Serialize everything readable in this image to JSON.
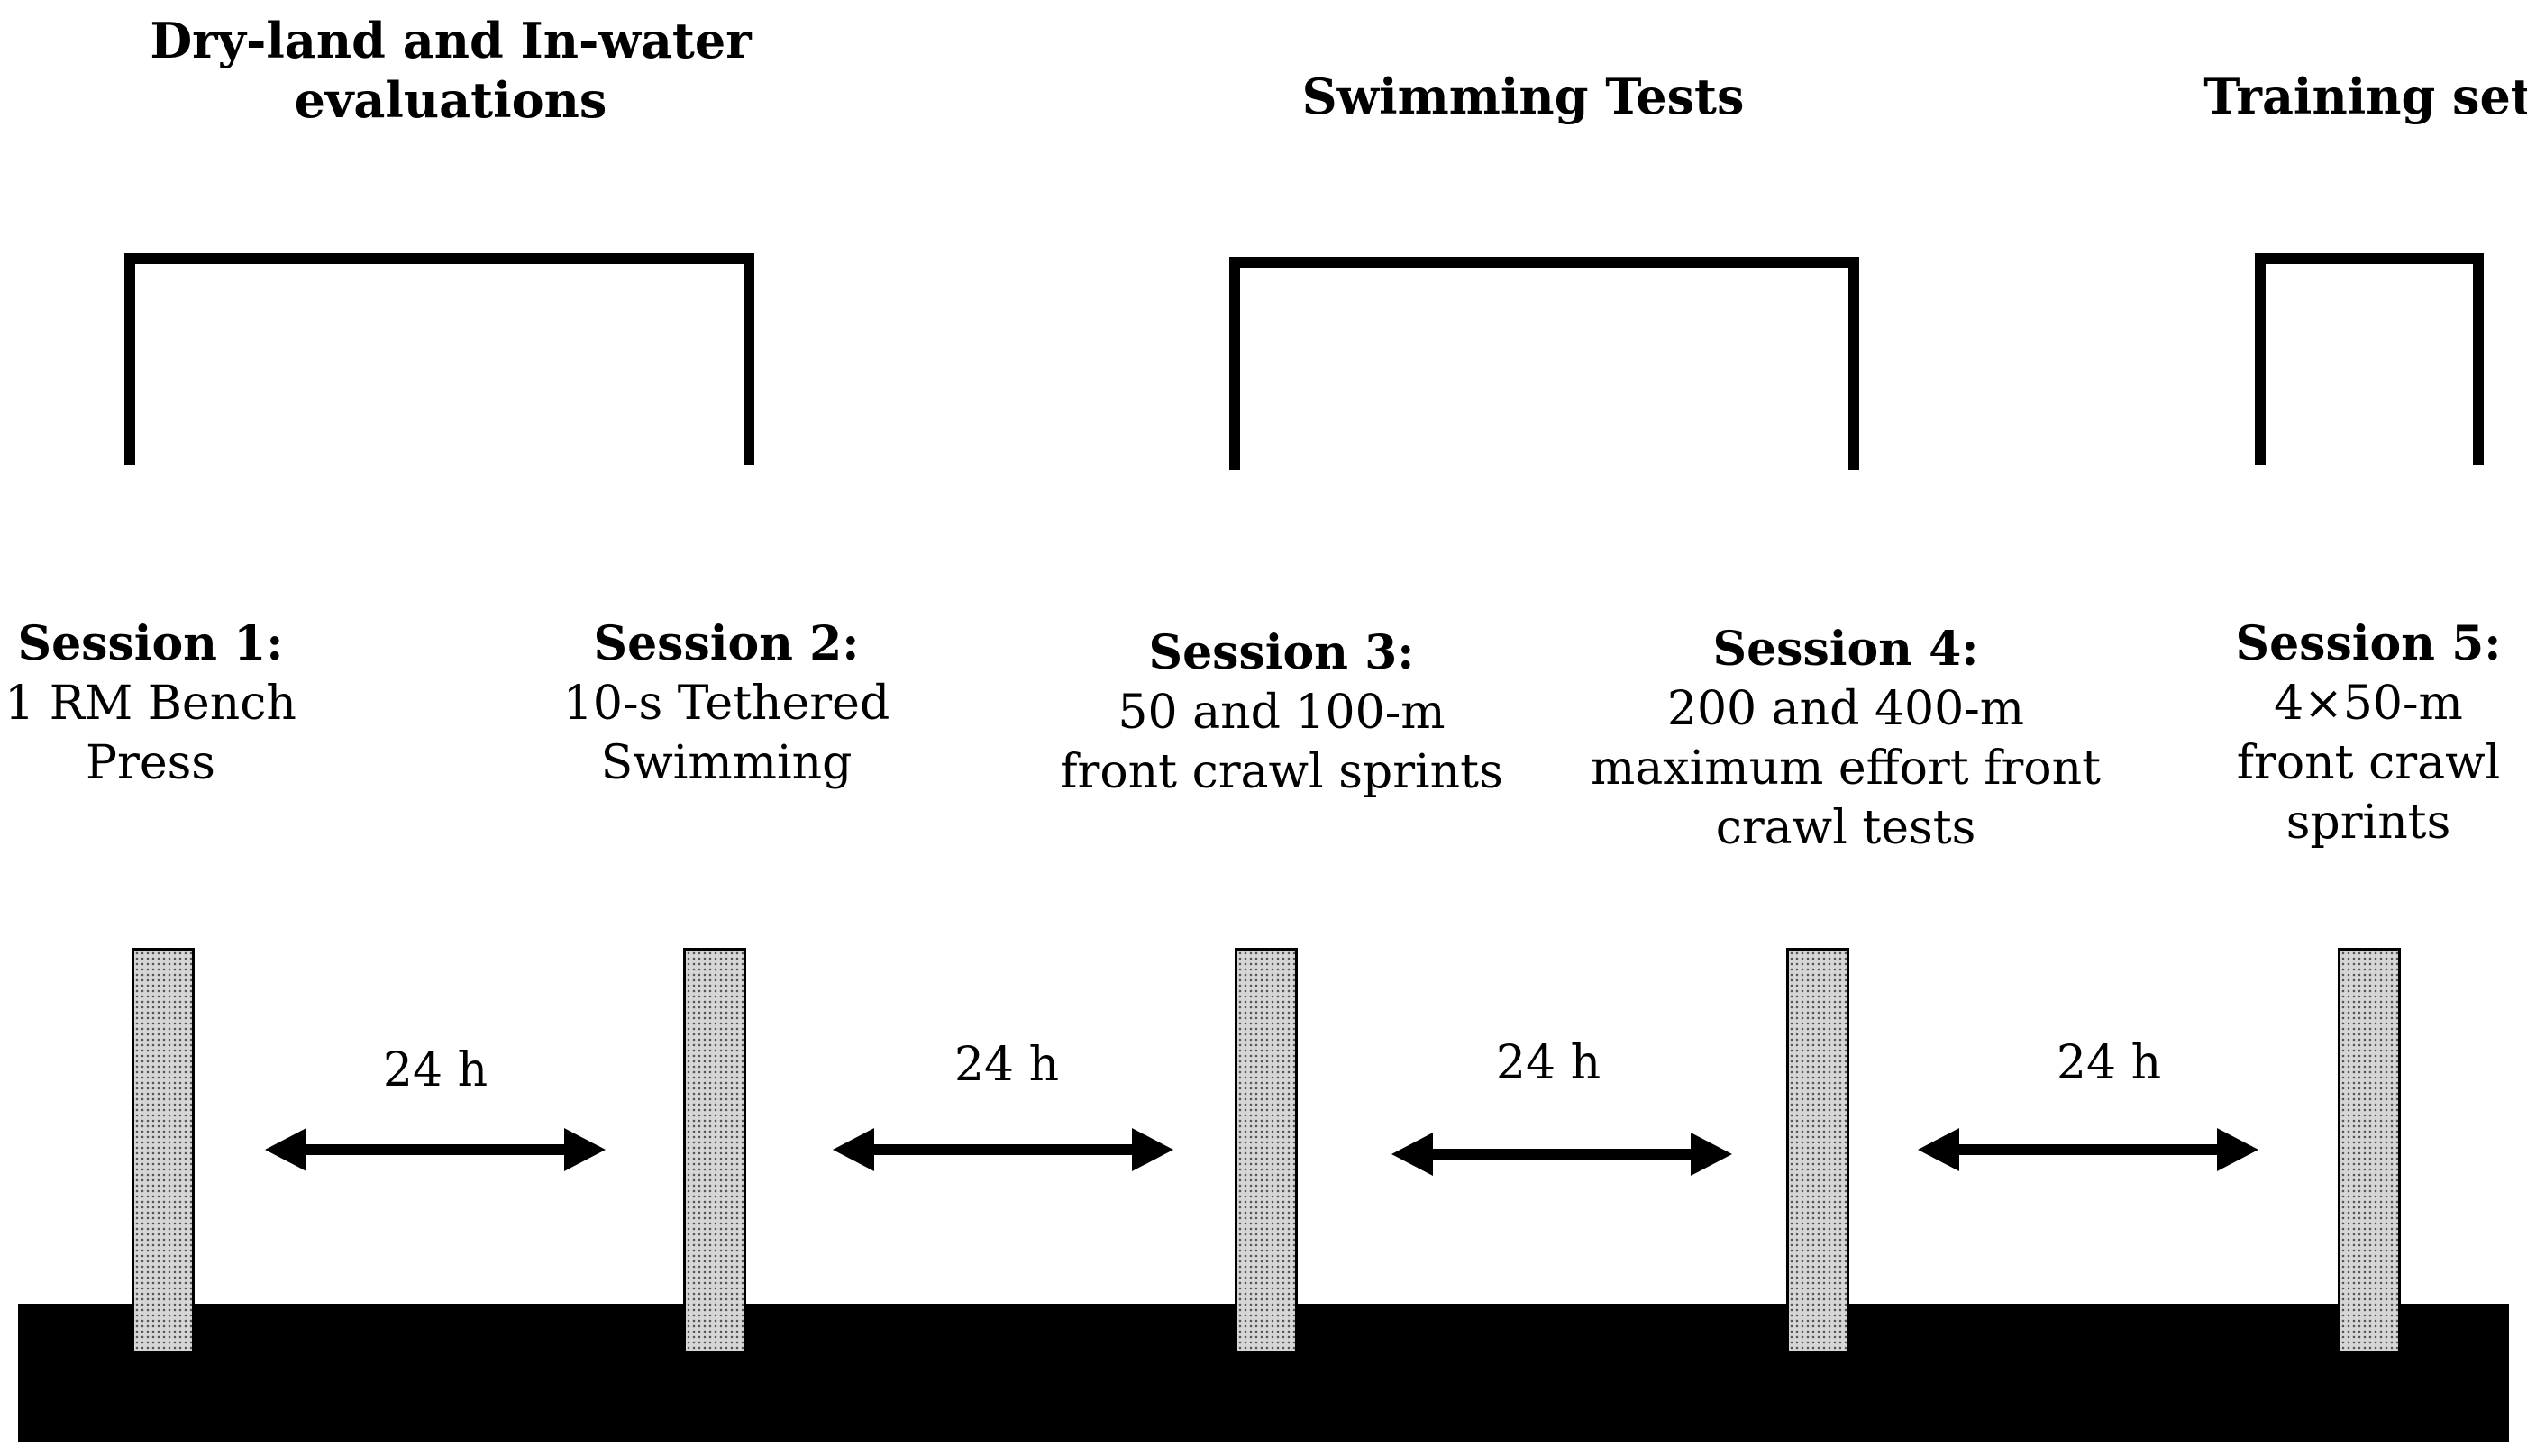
{
  "groups": [
    {
      "title_line1": "Dry-land and In-water",
      "title_line2": "evaluations"
    },
    {
      "title_line1": "Swimming Tests"
    },
    {
      "title_line1": "Training set"
    }
  ],
  "sessions": [
    {
      "title": "Session 1:",
      "lines": [
        "1 RM Bench",
        "Press"
      ]
    },
    {
      "title": "Session 2:",
      "lines": [
        "10-s Tethered",
        "Swimming"
      ]
    },
    {
      "title": "Session 3:",
      "lines": [
        "50 and 100-m",
        "front crawl sprints"
      ]
    },
    {
      "title": "Session 4:",
      "lines": [
        "200 and 400-m",
        "maximum effort front",
        "crawl tests"
      ]
    },
    {
      "title": "Session 5:",
      "lines": [
        "4×50-m",
        "front crawl",
        "sprints"
      ]
    }
  ],
  "intervals": [
    {
      "label": "24 h"
    },
    {
      "label": "24 h"
    },
    {
      "label": "24 h"
    },
    {
      "label": "24 h"
    }
  ],
  "colors": {
    "ink": "#000000",
    "pillar_fill": "#d6d6d6",
    "background": "#ffffff"
  }
}
